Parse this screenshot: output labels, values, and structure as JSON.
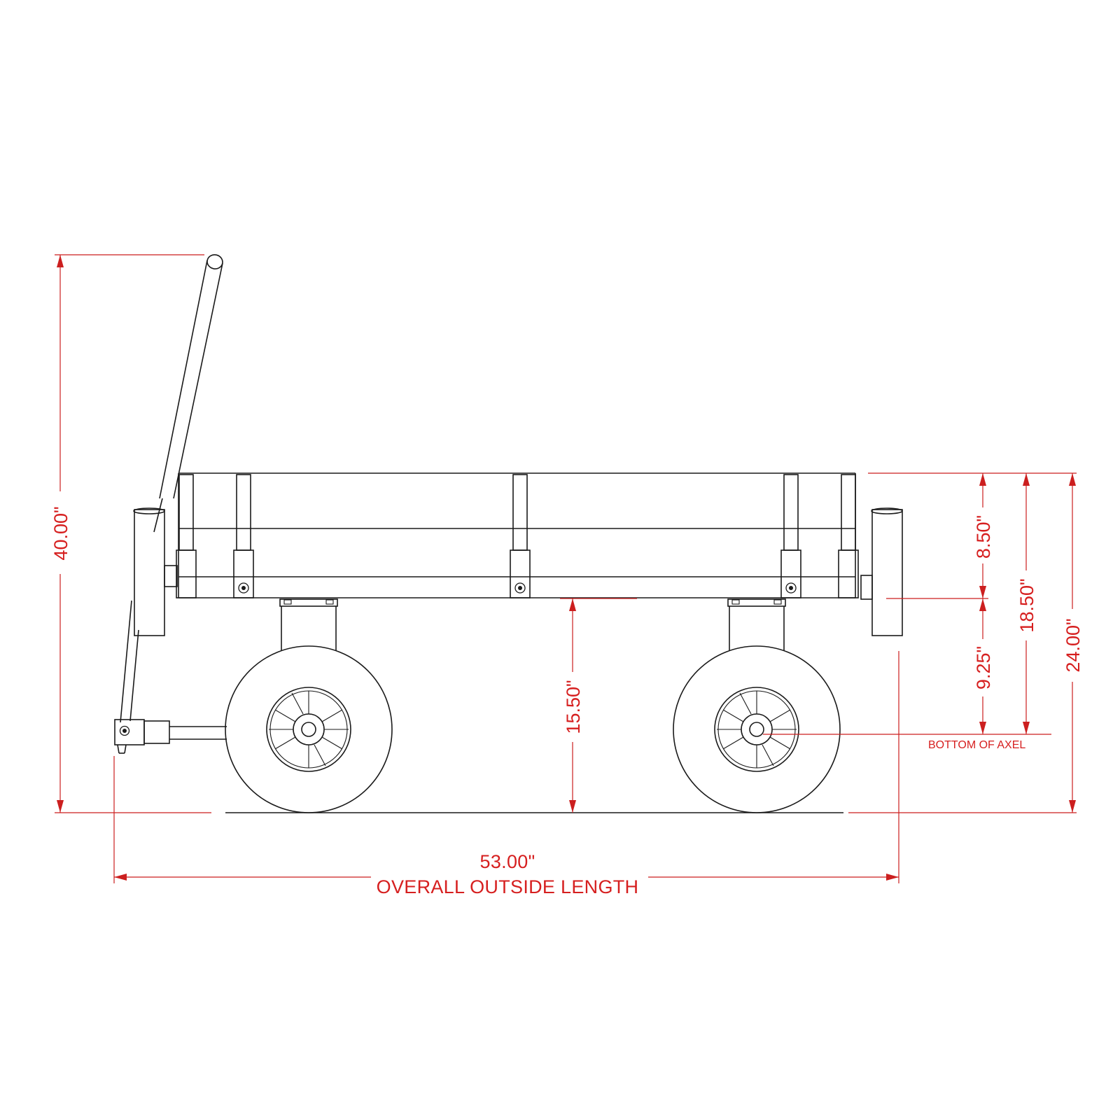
{
  "colors": {
    "dimension": "#cc1f1f",
    "linework": "#1a1a1a",
    "background": "#ffffff"
  },
  "dimensions": {
    "overall_height": "40.00\"",
    "rail_height": "8.50\"",
    "frame_height": "18.50\"",
    "side_height": "24.00\"",
    "axle_to_frame": "9.25\"",
    "frame_clearance": "15.50\"",
    "overall_length": "53.00\"",
    "overall_length_caption": "OVERALL OUTSIDE LENGTH",
    "axle_label": "BOTTOM OF AXEL"
  }
}
